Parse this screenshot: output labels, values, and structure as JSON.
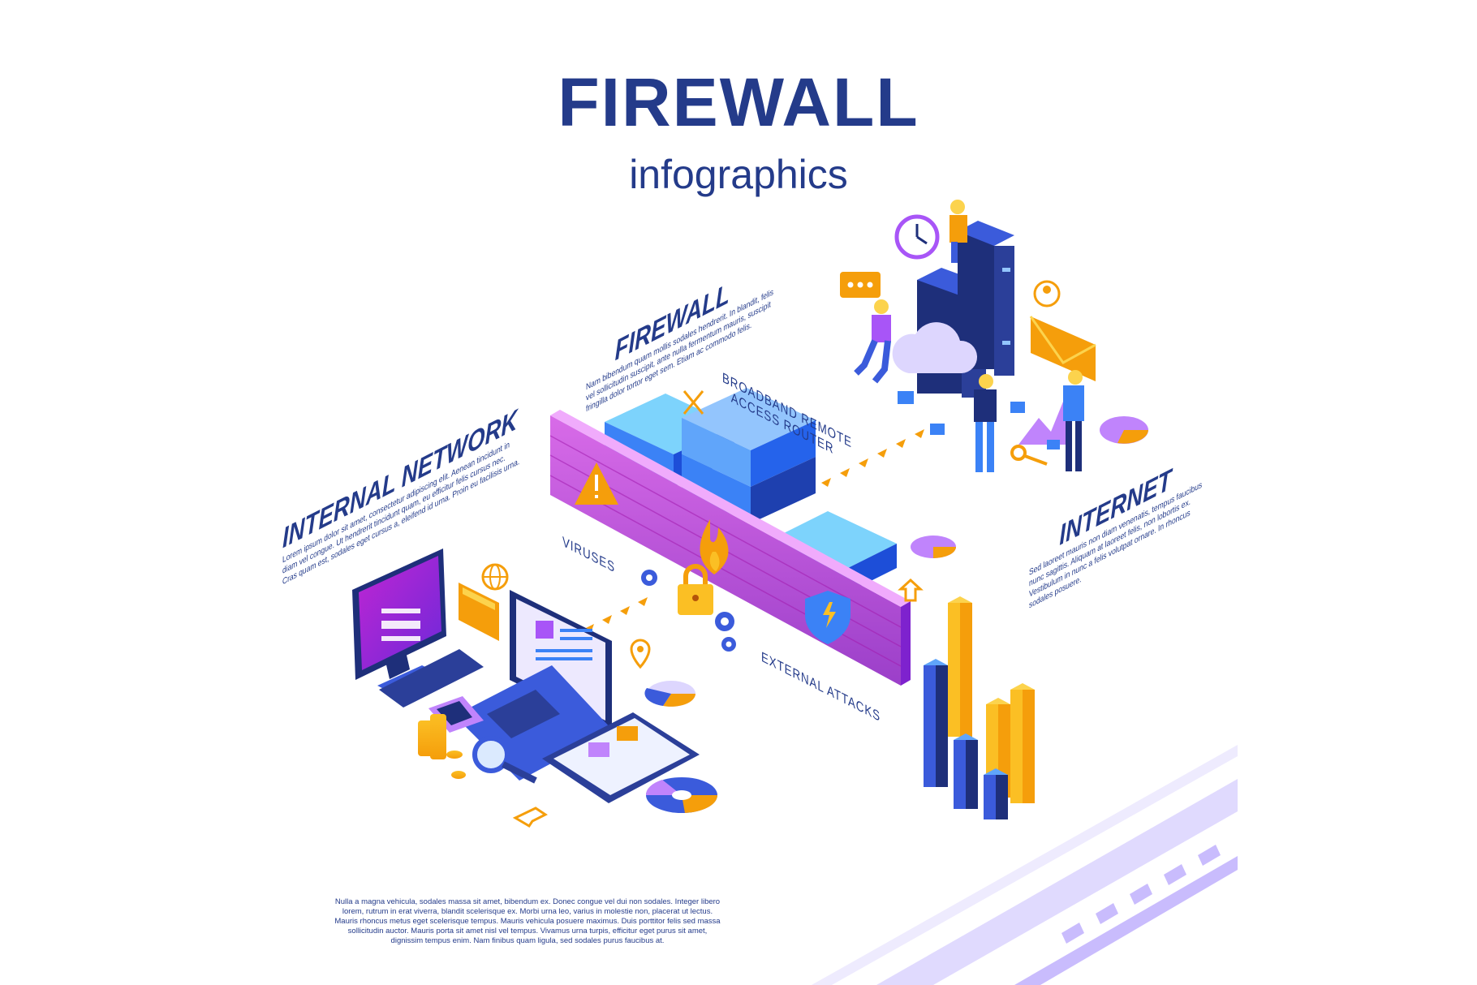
{
  "title": "FIREWALL",
  "subtitle": "infographics",
  "sections": {
    "internal_network": {
      "heading": "INTERNAL NETWORK",
      "body": "Lorem ipsum dolor sit amet, consectetur adipiscing elit. Aenean tincidunt in diam vel congue. Ut hendrerit tincidunt quam, eu efficitur felis cursus nec. Cras quam est, sodales eget cursus a, eleifend id urna. Proin eu facilisis urna."
    },
    "firewall": {
      "heading": "FIREWALL",
      "body": "Nam bibendum quam mollis sodales hendrerit. In blandit, felis vel sollicitudin suscipit, ante nulla fermentum mauris, suscipit fringilla dolor tortor eget sem. Etiam ac commodo felis."
    },
    "internet": {
      "heading": "INTERNET",
      "body": "Sed laoreet mauris non diam venenatis, tempus faucibus nunc sagittis. Aliquam at laoreet felis, non lobortis ex. Vestibulum in nunc a felis volutpat ornare. In rhoncus sodales posuere."
    }
  },
  "labels": {
    "router": [
      "BROADBAND REMOTE",
      "ACCESS ROUTER"
    ],
    "viruses": "VIRUSES",
    "external_attacks": "EXTERNAL ATTACKS"
  },
  "footer_text": "Nulla a magna vehicula, sodales massa sit amet, bibendum ex. Donec congue vel dui non sodales. Integer libero lorem, rutrum in erat viverra, blandit scelerisque ex. Morbi urna leo, varius in molestie non, placerat ut lectus. Mauris rhoncus metus eget scelerisque tempus. Mauris vehicula posuere maximus. Duis porttitor felis sed massa sollicitudin auctor. Mauris porta sit amet nisl vel tempus. Vivamus urna turpis, efficitur eget purus sit amet, dignissim tempus enim. Nam finibus quam ligula, sed sodales purus faucibus at.",
  "colors": {
    "navy": "#243b8a",
    "magenta": "#c14ed8",
    "purple": "#7c3aed",
    "orange": "#f59e0b",
    "blue": "#3b82f6",
    "light_purple": "#ddd6fe"
  },
  "icons": [
    "warning-icon",
    "fire-icon",
    "padlock-icon",
    "shield-icon",
    "gear-icon",
    "globe-icon",
    "folder-icon",
    "location-pin-icon",
    "home-icon",
    "clock-icon",
    "chat-bubble-icon",
    "envelope-icon",
    "key-icon",
    "magnifier-icon",
    "arrow-icon",
    "user-pin-icon",
    "cloud-icon"
  ]
}
